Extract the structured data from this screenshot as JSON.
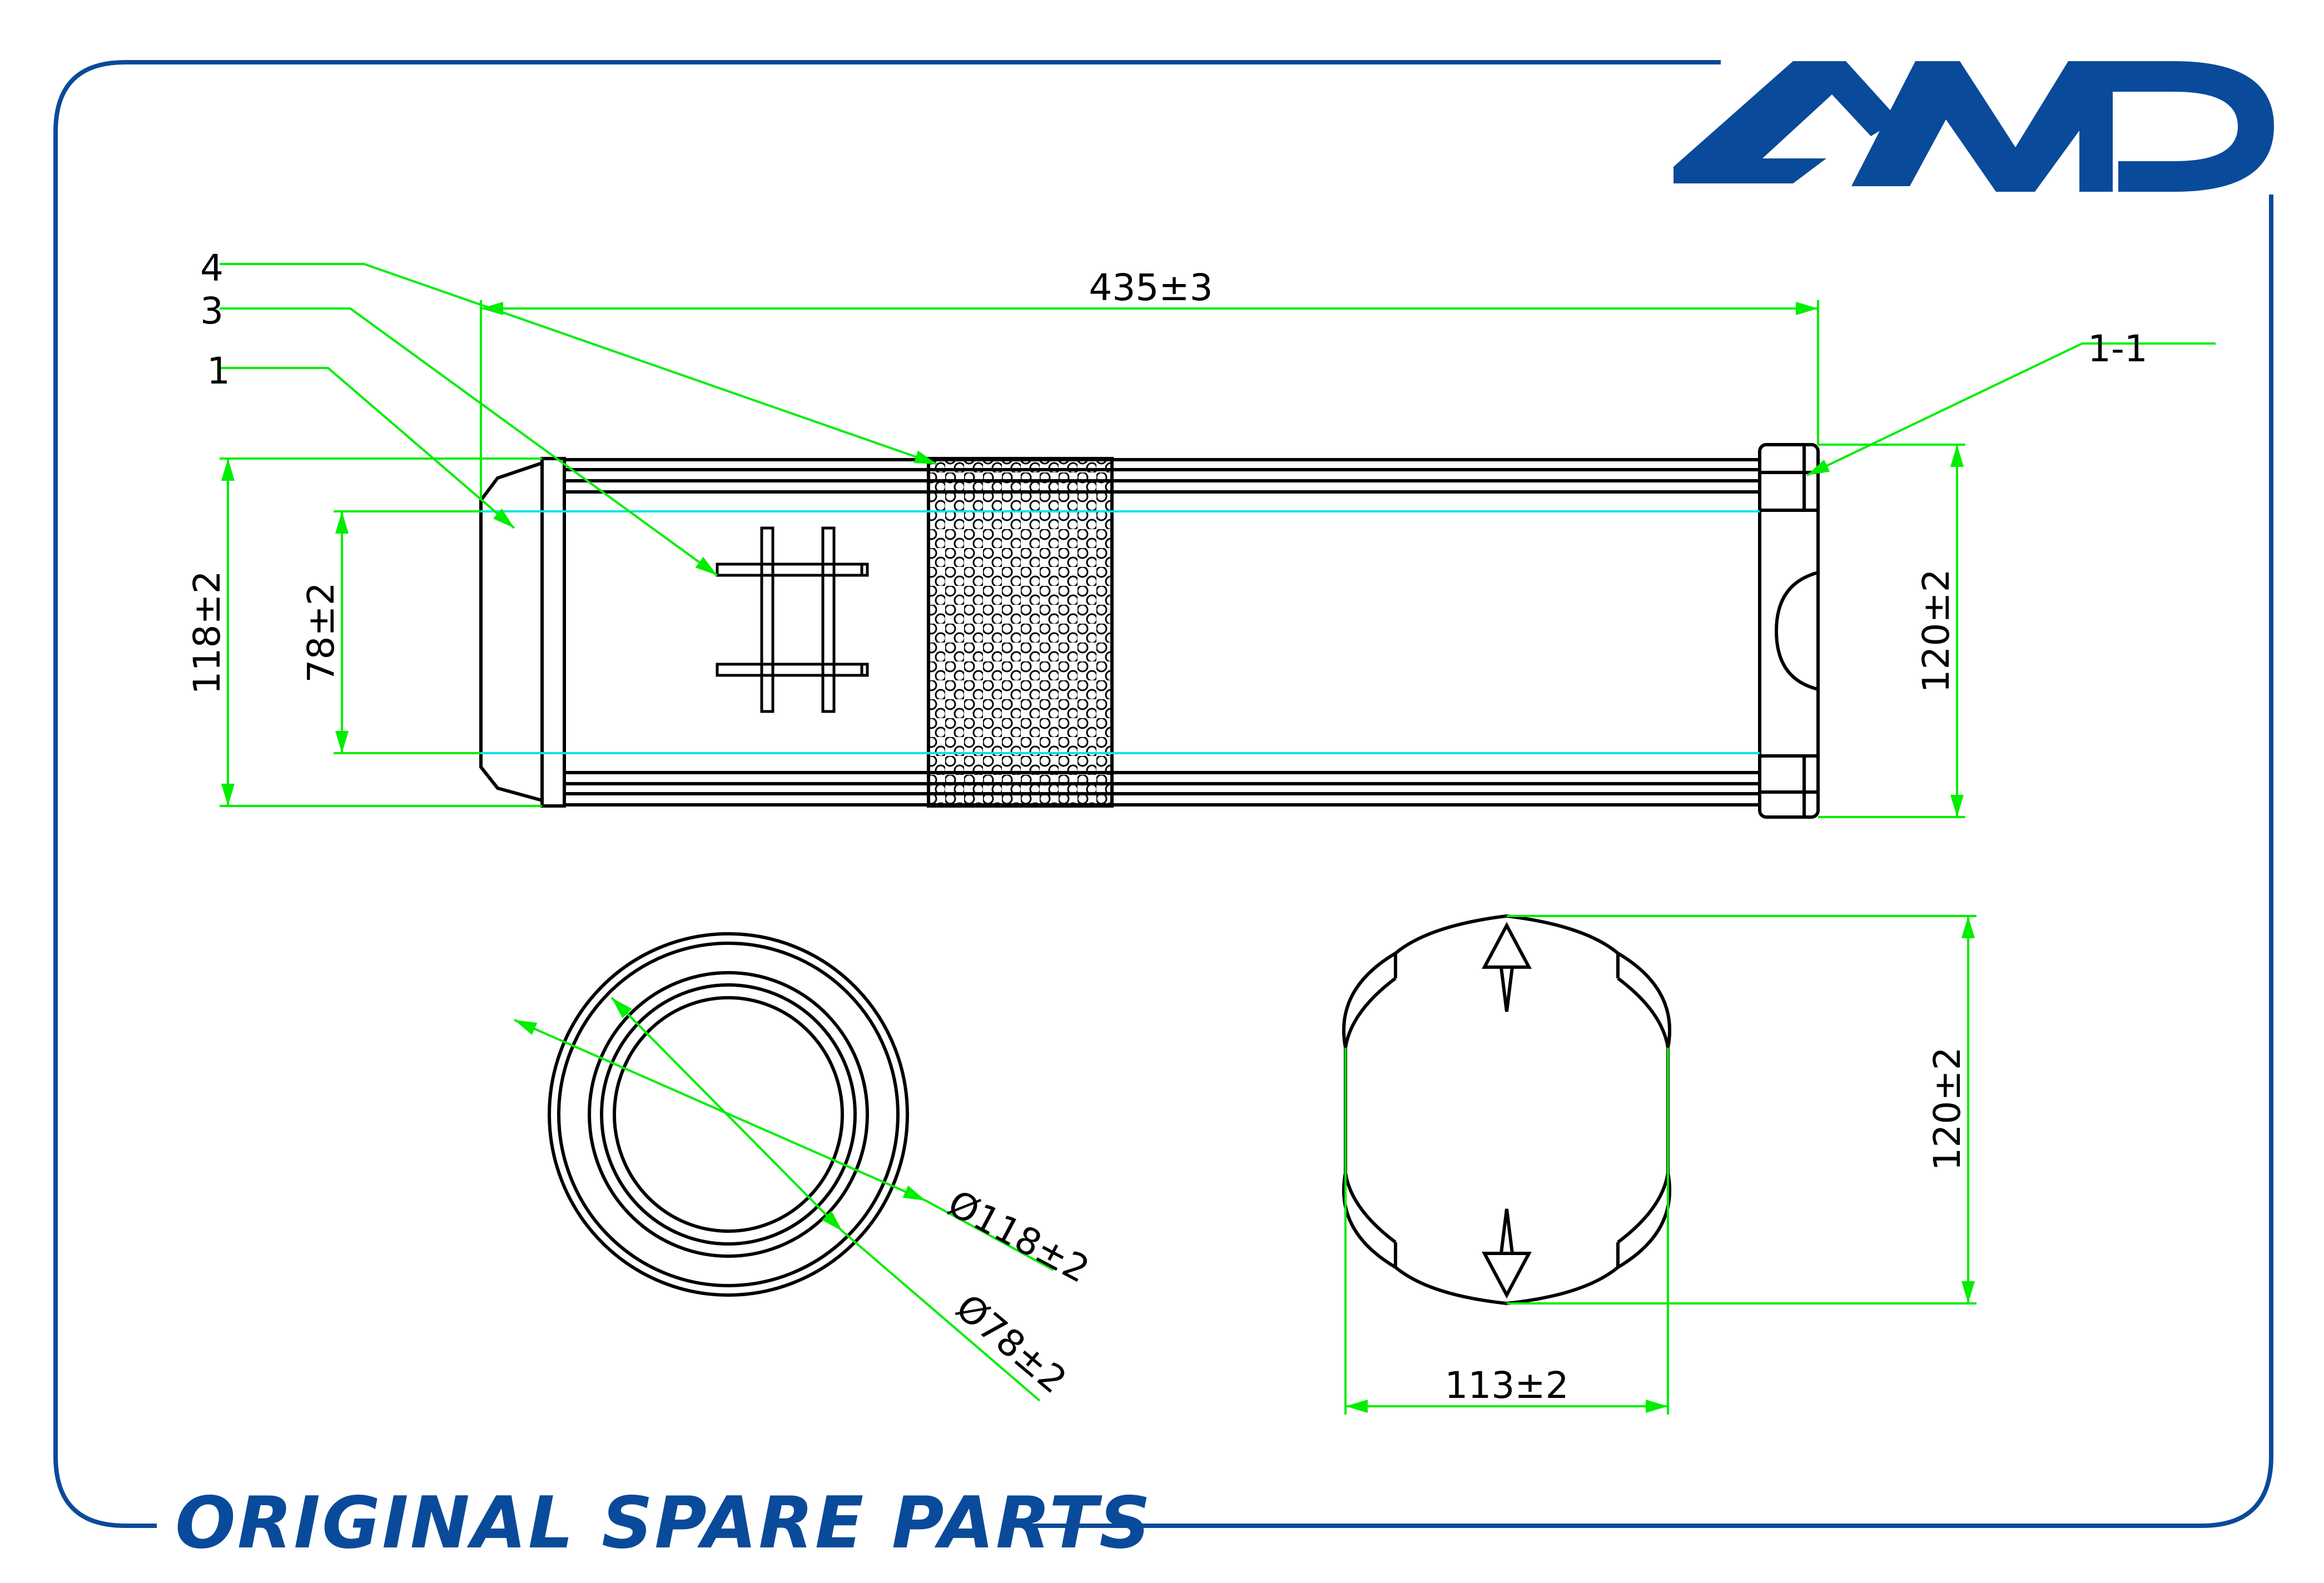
{
  "logo": {
    "text": "AMD",
    "color": "#0a4a9a"
  },
  "footer": {
    "text": "ORIGINAL SPARE PARTS",
    "color": "#0a4a9a"
  },
  "colors": {
    "frame": "#0a4a9a",
    "dimension": "#00ee00",
    "hidden_line": "#00e5e5",
    "outline": "#000000"
  },
  "callouts": [
    {
      "label": "4"
    },
    {
      "label": "3"
    },
    {
      "label": "1"
    },
    {
      "label": "1-1"
    }
  ],
  "dimensions": {
    "overall_length": "435±3",
    "side_outer_diameter": "118±2",
    "side_inner_diameter": "78±2",
    "side_end_cap_diameter": "120±2",
    "end_outer_diameter": "Ø118±2",
    "end_inner_diameter": "Ø78±2",
    "cap_height": "120±2",
    "cap_width": "113±2"
  }
}
